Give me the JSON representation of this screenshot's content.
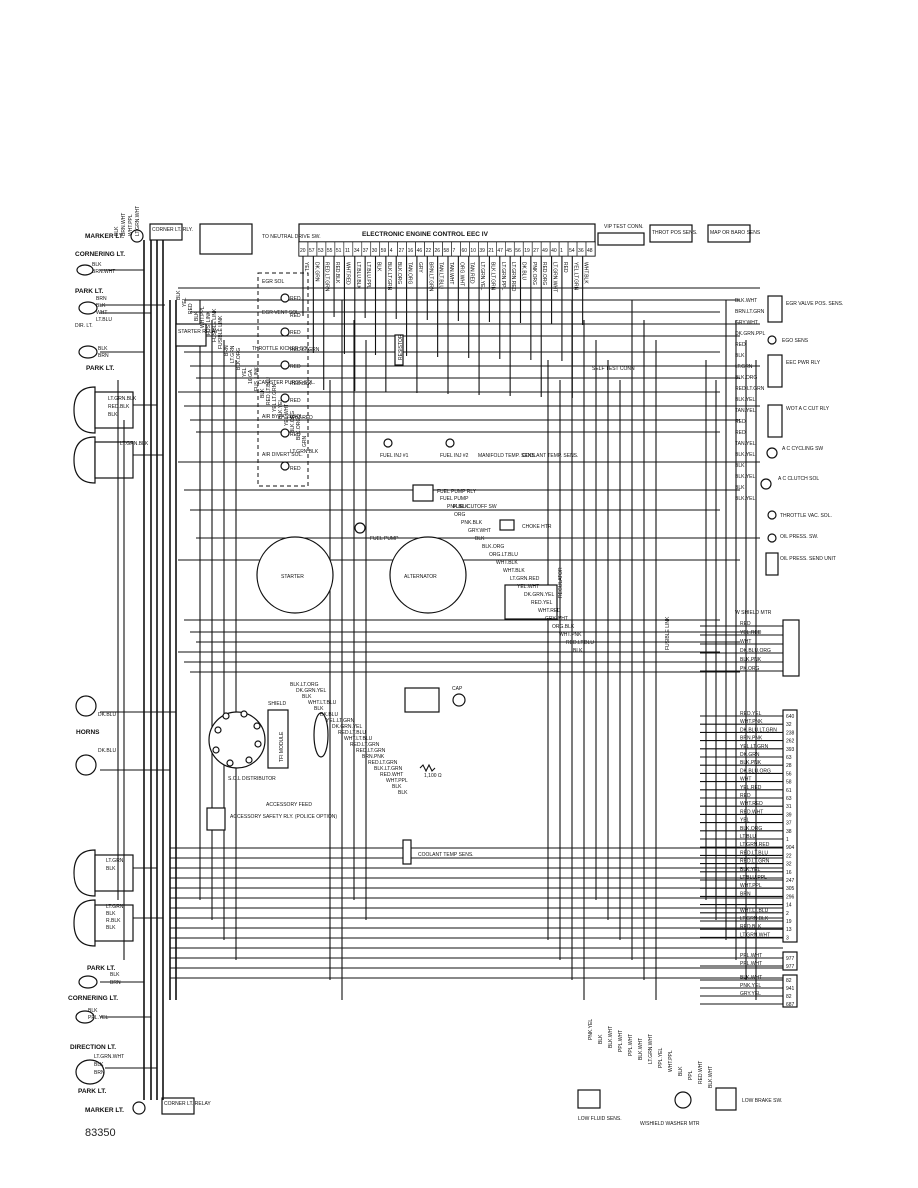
{
  "figure_number": "83350",
  "labels": {
    "marker_lt": "MARKER LT.",
    "corner_lt_rly": "CORNER LT. RLY.",
    "to_neutral_drive_sw": "TO NEUTRAL DRIVE SW.",
    "eec_title": "ELECTRONIC ENGINE CONTROL EEC IV",
    "vip_test_conn": "VIP TEST CONN.",
    "throt_pos_sens": "THROT POS SENS.",
    "map_baro_sens": "MAP OR BARO SENS",
    "cornering_lt": "CORNERING LT.",
    "park_lt": "PARK LT.",
    "dir_lt": "DIR. LT.",
    "egr_sol": "EGR SOL",
    "egr_vent_sol": "EGR VENT SOL.",
    "throttle_kicker_sol": "THROTTLE KICKER SOL.",
    "starter_relay": "STARTER RELAY",
    "canister_purge_sol": "CANISTER PURGE SOL.",
    "air_bypass_sol": "AIR BYPASS SOL.",
    "air_divert_sol": "AIR DIVERT SOL.",
    "resistor": "RESISTOR",
    "self_test_conn": "SELF TEST CONN",
    "egr_valve_pos_sens": "EGR VALVE POS. SENS.",
    "ego_sens": "EGO SENS",
    "eec_pwr_rly": "EEC PWR RLY",
    "wot_ac_cut_rly": "WOT A C CUT RLY",
    "ac_cycling_sw": "A C CYCLING SW",
    "ac_clutch_sol": "A C CLUTCH SOL",
    "throttle_vac_sol": "THROTTLE VAC. SOL.",
    "fuel_inj_1": "FUEL INJ #1",
    "fuel_inj_2": "FUEL INJ #2",
    "manifold_temp_sens": "MANIFOLD TEMP. SENS",
    "coolant_temp_sens_top": "COOLANT TEMP. SENS.",
    "fuel_pump_rly": "FUEL PUMP RLY",
    "fuel_cutoff_sw": "FUEL CUTOFF SW",
    "fuel_pump": "FUEL PUMP",
    "choke_htr": "CHOKE HTR",
    "starter": "STARTER",
    "alternator": "ALTERNATOR",
    "regulator": "REGULATOR",
    "oil_press_sw": "OIL PRESS. SW.",
    "oil_press_send_unit": "OIL PRESS. SEND UNIT",
    "w_shield_mtr": "W SHIELD MTR",
    "fusible_link": "FUSIBLE LINK",
    "horns": "HORNS",
    "shield": "SHIELD",
    "tfi_module": "TFI MODULE",
    "sol_distributor": "S.O.L DISTRIBUTOR",
    "cap": "CAP",
    "resistor_value": "1,100 Ω",
    "accessory_feed": "ACCESSORY FEED",
    "accessory_safety_rly": "ACCESSORY SAFETY RLY. (POLICE OPTION)",
    "coolant_temp_sens_bottom": "COOLANT TEMP SENS.",
    "direction_lt": "DIRECTION LT.",
    "park_lt_bottom": "PARK LT.",
    "marker_lt_bottom": "MARKER LT.",
    "corner_lt_relay": "CORNER LT. RELAY",
    "low_fluid_sens": "LOW FLUID SENS.",
    "wshield_washer_mtr": "W/SHIELD WASHER MTR",
    "low_brake_sw": "LOW BRAKE SW."
  },
  "eec_pins": [
    "20",
    "57",
    "53",
    "55",
    "51",
    "11",
    "34",
    "37",
    "30",
    "59",
    "4",
    "27",
    "16",
    "46",
    "22",
    "26",
    "58",
    "7",
    "60",
    "10",
    "39",
    "21",
    "47",
    "45",
    "56",
    "19",
    "27",
    "49",
    "40",
    "1",
    "54",
    "36",
    "48"
  ],
  "eec_wires": [
    "YEL",
    "DK.GRN",
    "RED.LT.GRN",
    "RED.BLK",
    "WHT.RED",
    "LT.BLU.BLK",
    "LT.BLU.PPL",
    "BLK",
    "BLK.LT.GRN",
    "BLK.ORG",
    "TAN.ORG",
    "GRY",
    "BRN.LT.GRN",
    "TAN.LT.BLU",
    "TAN.WHT",
    "ORG.WHT",
    "TAN.RED",
    "LT.GRN.YEL",
    "BLK.LT.GRN",
    "LT.GRN.PPL",
    "LT.GRN.RED",
    "DK.BLU",
    "PNK.ORG",
    "RED.ORG",
    "LT.GRN.WHT",
    "RED",
    "YEL.LT.GRN",
    "WHT.BLK"
  ],
  "wire_colors_left": {
    "marker": [
      "BLK",
      "BRN.WHT",
      "WHT.PPL",
      "LT.GRN.WHT"
    ],
    "cornering": [
      "BLK",
      "BRN.WHT"
    ],
    "park_top": [
      "BRN",
      "BLK",
      "WHT",
      "LT.BLU"
    ],
    "park_lower": [
      "BLK",
      "BRN"
    ],
    "headlamp_1": [
      "LT.GRN.BLK",
      "RED.BLK",
      "BLK"
    ],
    "headlamp_2": [
      "LT.GRN.BLK"
    ],
    "headlamp_3": [
      "LT.GRN",
      "BLK"
    ],
    "headlamp_4": [
      "LT.GRN",
      "BLK",
      "R.BLK",
      "BLK"
    ],
    "park_bottom": [
      "BLK",
      "BRN"
    ],
    "cornering_bottom": [
      "BLK",
      "PPL.YEL"
    ],
    "direction_bottom": [
      "LT.GRN.WHT",
      "BLK",
      "BRN"
    ],
    "horn_1": [
      "DK.BLU"
    ],
    "horn_2": [
      "DK.BLU"
    ]
  },
  "top_middle_wires": [
    "BLK",
    "YEL",
    "RED",
    "BLK",
    "WHT.PPL",
    "FUS. LINK",
    "FUSIBLE LINK",
    "FUSIBLE LINK",
    "BRN",
    "LT.GRN",
    "BLK.ORG",
    "YEL",
    "16 GA.",
    "FUS. LINK",
    "BLK",
    "RED.LT.BLU",
    "YEL.LT.GRN",
    "BLK.YEL",
    "YEL.WHT",
    "BLK.ORG",
    "BLK.ORG",
    "GRN"
  ],
  "sol_wires": [
    "RED",
    "RED",
    "RED",
    "RED.LT.GRN",
    "RED",
    "RED.BLK",
    "RED",
    "WHT.RED",
    "RED",
    "LT.GRN.BLK",
    "RED"
  ],
  "right_block_wires": [
    "BLK.WHT",
    "BRN.LT.GRN",
    "GRY.WHT",
    "DK.GRN.PPL",
    "RED",
    "BLK",
    "LT.GRN",
    "BLK.ORG",
    "RED.LT.GRN",
    "BLK.YEL",
    "TAN.YEL",
    "RED",
    "RED",
    "TAN.YEL",
    "BLK.YEL",
    "BLK",
    "BLK.YEL",
    "BLK",
    "BLK.YEL"
  ],
  "mid_wires": [
    "FUEL PUMP",
    "PNK.BLK",
    "ORG",
    "PNK.BLK",
    "GRY.WHT",
    "BLK",
    "BLK.ORG",
    "ORG.LT.BLU",
    "WHT.BLK",
    "WHT.BLK",
    "LT.GRN.RED",
    "YEL.WHT",
    "DK.GRN.YEL",
    "RED.YEL",
    "WHT.RED",
    "GRY.WHT",
    "ORG.BLK",
    "WHT.PNK",
    "RED.LT.BLU",
    "BLK"
  ],
  "dist_wires": [
    "BLK.LT.ORG",
    "DK.GRN.YEL",
    "BLK",
    "WHT.LT.BLU",
    "BLK",
    "DK.BLU",
    "YEL.LT.GRN",
    "DK.GRN.YEL",
    "RED.LT.BLU",
    "WHT.LT.BLU",
    "RED.LT.GRN",
    "RED.LT.GRN",
    "BRN.PNK",
    "RED.LT.GRN",
    "BLK.LT.GRN",
    "RED.WHT",
    "WHT.PPL",
    "BLK",
    "BLK"
  ],
  "connector_top": [
    {
      "wire": "RED",
      "pin": ""
    },
    {
      "wire": "YEL.RED",
      "pin": ""
    },
    {
      "wire": "WHT",
      "pin": ""
    },
    {
      "wire": "DK.BLU.ORG",
      "pin": ""
    },
    {
      "wire": "BLK.PNK",
      "pin": ""
    },
    {
      "wire": "PK.ORG",
      "pin": ""
    }
  ],
  "connector_pins": [
    {
      "wire": "RED.YEL",
      "pin": "640"
    },
    {
      "wire": "WHT.PNK",
      "pin": "32"
    },
    {
      "wire": "DK.BLU.LT.GRN",
      "pin": "238"
    },
    {
      "wire": "BRN.PNK",
      "pin": "262"
    },
    {
      "wire": "YEL.LT.GRN",
      "pin": "393"
    },
    {
      "wire": "DK.GRN",
      "pin": "63"
    },
    {
      "wire": "BLK.PNK",
      "pin": "28"
    },
    {
      "wire": "DK.BLU.ORG",
      "pin": "56"
    },
    {
      "wire": "WHT",
      "pin": "58"
    },
    {
      "wire": "YEL.RED",
      "pin": "61"
    },
    {
      "wire": "RED",
      "pin": "63"
    },
    {
      "wire": "WHT.RED",
      "pin": "31"
    },
    {
      "wire": "RED.WHT",
      "pin": "39"
    },
    {
      "wire": "YEL",
      "pin": "37"
    },
    {
      "wire": "BLK.ORG",
      "pin": "38"
    },
    {
      "wire": "LT.BLU",
      "pin": "1"
    },
    {
      "wire": "LT.GRN.RED",
      "pin": "904"
    },
    {
      "wire": "RED.LT.BLU",
      "pin": "22"
    },
    {
      "wire": "RED.LT.GRN",
      "pin": "32"
    },
    {
      "wire": "BLK.YEL",
      "pin": "16"
    },
    {
      "wire": "LT.BLU.PPL",
      "pin": "247"
    },
    {
      "wire": "WHT.PPL",
      "pin": "305"
    },
    {
      "wire": "BRN",
      "pin": "296"
    },
    {
      "wire": "",
      "pin": "14"
    },
    {
      "wire": "WHT.LT.BLU",
      "pin": "2"
    },
    {
      "wire": "LT.GRN.BLK",
      "pin": "19"
    },
    {
      "wire": "RED.BLK",
      "pin": "13"
    },
    {
      "wire": "LT.GRN.WHT",
      "pin": "3"
    }
  ],
  "connector_pins_2": [
    {
      "wire": "PPL.WHT",
      "pin": "977"
    },
    {
      "wire": "PPL.WHT",
      "pin": "977"
    }
  ],
  "connector_pins_3": [
    {
      "wire": "BLK.WHT",
      "pin": "82"
    },
    {
      "wire": "PNK.YEL",
      "pin": "941"
    },
    {
      "wire": "GRY.YEL",
      "pin": "82"
    },
    {
      "wire": "",
      "pin": "687"
    }
  ],
  "bottom_wires": [
    "PNK.YEL",
    "BLK",
    "BLK.WHT",
    "PPL.WHT",
    "PPL.WHT",
    "BLK.WHT",
    "LT.GRN.WHT",
    "PPL.YEL",
    "WHT.PPL",
    "BLK",
    "PPL",
    "RED.WHT",
    "BLK.WHT"
  ]
}
